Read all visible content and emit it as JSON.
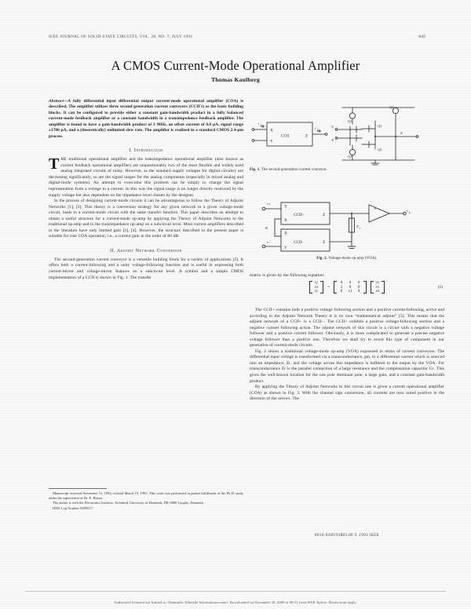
{
  "document": {
    "running_head_left": "IEEE JOURNAL OF SOLID-STATE CIRCUITS, VOL. 28, NO. 7, JULY 1993",
    "page_number": "849",
    "title": "A CMOS Current-Mode Operational Amplifier",
    "author": "Thomas Kaulberg"
  },
  "abstract": {
    "lead_label": "Abstract—",
    "text": "A fully differential input differential output current-mode operational amplifier (COA) is described. The amplifier utilizes three second-generation current conveyors (CCII's) as the basic building blocks. It can be configured to provide either a constant gain-bandwidth product in a fully balanced current-mode feedback amplifier or a constant bandwidth in a transimpedance feedback amplifier. The amplifier is found to have a gain-bandwidth product of 3 MHz, an offset current of 0.8 µA, signal range ±1700 µA, and a (theoretically) unlimited slew rate. The amplifier is realized in a standard CMOS 2.4-µm process."
  },
  "sections": [
    {
      "number": "I.",
      "heading": "Introduction",
      "paragraphs": [
        {
          "dropcap": "T",
          "text": "HE traditional operational amplifier and the transimpedance operational amplifier (also known as current feedback operational amplifier) are unquestionably two of the most flexible and widely used analog integrated circuits of today. However, as the standard supply voltages for digital circuitry are decreasing significantly, so are the signal ranges for the analog components (especially in mixed analog and digital-mode systems). An attempt to overcome this problem can be simply to change the signal representation from a voltage to a current. In this way the signal range is no longer directly restricted by the supply voltage but also dependent on the impedance level chosen by the designer."
        },
        {
          "text": "In the process of designing current-mode circuits it can be advantageous to follow the Theory of Adjoint Networks [1], [2]. This theory is a conversion strategy for any given network to a given voltage-mode circuit, leads to a current-mode circuit with the same transfer function. This paper describes an attempt to obtain a useful structure for a current-mode op-amp by applying the Theory of Adjoint Networks to the traditional op-amp and to the transimpedance op-amp on a subcircuit level. Most current amplifiers described in the literature have only limited gain [3], [4]. However, the structure described in the present paper is suitable for true COA operation, i.e., a current gain in the order of 80 dB."
        }
      ]
    },
    {
      "number": "II.",
      "heading": "Adjoint Network Conversion",
      "paragraphs": [
        {
          "text": "The second-generation current conveyor is a versatile building block for a variety of applications [5]. It offers both a current-following and a unity voltage-following function and is useful in expressing both current-mirror and voltage-mirror features on a subcircuit level. A symbol and a simple CMOS implementation of a CCII is shown in Fig. 1. The transfer"
        }
      ]
    }
  ],
  "right_column": {
    "equation_intro": "matrix is given by the following equation:",
    "paragraphs": [
      "The CCII+ contains both a positive voltage following section and a positive current-following, active and according to the Adjoint Network Theory it is its own “mathematical adjoint” [5]. This means that the adjoint network of a CCII+ is a CCII−. The CCII+ exhibits a positive voltage-following section and a negative current following action. The adjoint network of this circuit is a circuit with a negative voltage follower and a positive current follower. Obviously, it is more complicated to generate a precise negative voltage follower than a positive one. Therefore we shall try to avoid this type of component in our generation of current-mode circuits.",
      "Fig. 2 shows a traditional voltage-mode op-amp (VOA) expressed in terms of current conveyors. The differential input voltage is transformed via a transconductance, gm, to a differential current which is sourced into an impedance, Zr, and the voltage across this impedance is buffered to the output by the VOA. For transconductance Zr is the parallel connection of a large resistance and the compensation capacitor Cc. This gives the well-known location for the one pole dominant pole, a large gain, and a constant gain-bandwidth product.",
      "By applying the Theory of Adjoint Networks to this circuit one is given a current operational amplifier (COA) as shown in Fig. 3. With the channel sign conversion, all currents are now noted positive in the direction of the arrows. The"
    ]
  },
  "equation": {
    "number": "(1)",
    "lhs": [
      "iy",
      "vx",
      "iz"
    ],
    "matrix": [
      [
        "0",
        "0",
        "0"
      ],
      [
        "1",
        "0",
        "0"
      ],
      [
        "0",
        "±1",
        "0"
      ]
    ],
    "rhs": [
      "vy",
      "ix",
      "vz"
    ]
  },
  "figures": [
    {
      "id": "fig1",
      "label": "Fig. 1.",
      "caption": "The second-generation current conveyor.",
      "symbol_ports": [
        "X",
        "Y",
        "Z"
      ],
      "symbol_name": "CCII",
      "currents": [
        "iy",
        "ix",
        "iz"
      ],
      "transistors": [
        "Q1",
        "Q2",
        "Q3",
        "Q4",
        "Q5"
      ],
      "nodes": [
        "VDD",
        "VSS"
      ]
    },
    {
      "id": "fig2",
      "label": "Fig. 2.",
      "caption": "Voltage-mode op-amp (VOA).",
      "blocks": [
        "CCII+",
        "CCII−"
      ],
      "ports": [
        "X",
        "Y",
        "Z"
      ],
      "impedance": "Zr",
      "inputs": [
        "v+",
        "v−"
      ],
      "output": "vo",
      "gain_symbol": "A"
    }
  ],
  "footnotes": {
    "lines": [
      "Manuscript received November 11, 1992; revised March 15, 1993. This work was performed in partial fulfillment of the Ph.D. study under the supervision of Dr. E. Bruun.",
      "The author is with the Electronics Institute, Technical University of Denmark, DK-2800 Lyngby, Denmark.",
      "IEEE Log Number 9209517."
    ]
  },
  "publication_id": "0018-9200/93$03.00 © 1993 IEEE",
  "scan_footer": "Authorized licensed use limited to: Danmarks Tekniske Informationscenter. Downloaded on November 20, 2009 at 09:51 from IEEE Xplore.  Restrictions apply."
}
